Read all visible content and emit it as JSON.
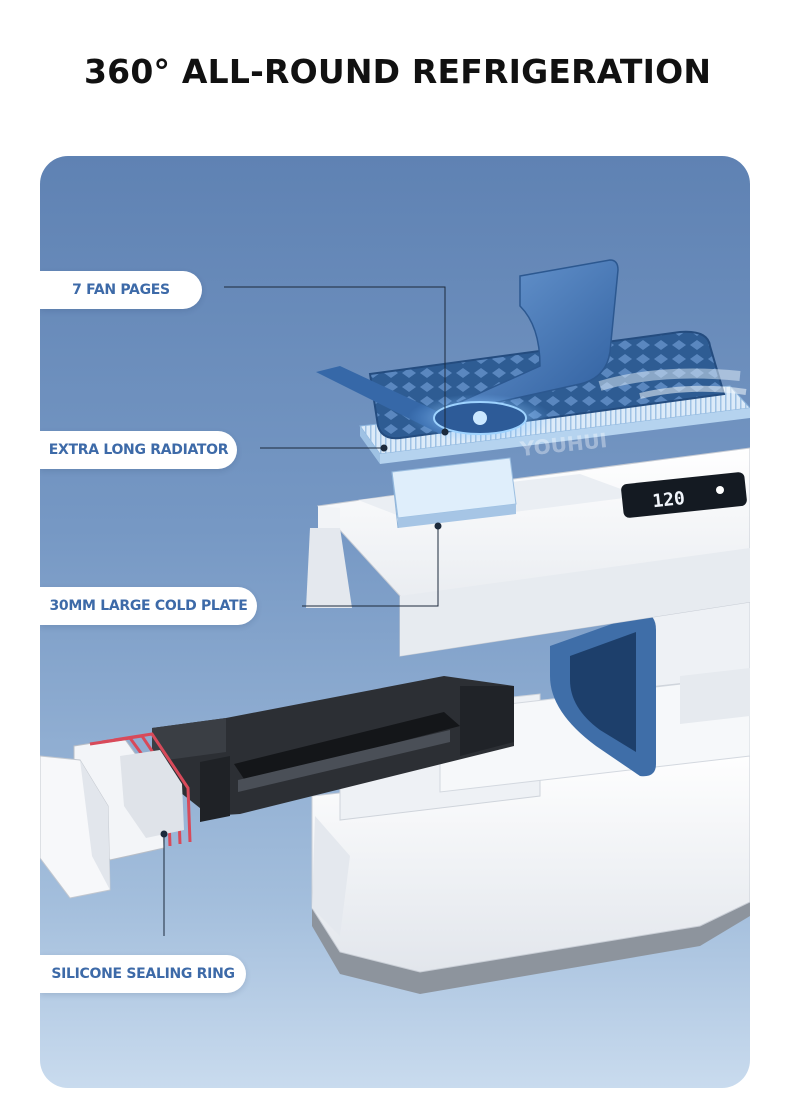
{
  "headline": "360° ALL-ROUND REFRIGERATION",
  "labels": {
    "fan": "7 FAN PAGES",
    "radiator": "EXTRA LONG RADIATOR",
    "cold_plate": "30MM LARGE COLD PLATE",
    "sealing_ring": "SILICONE SEALING RING"
  },
  "display": {
    "readout": "120"
  },
  "watermark": "YOUHUI",
  "colors": {
    "headline": "#111111",
    "label_text": "#3d6aa8",
    "panel_top": "#5f82b3",
    "panel_bottom": "#c9dbee",
    "fan_blue": "#4a7fc0",
    "lid_white": "#f4f6f8"
  }
}
